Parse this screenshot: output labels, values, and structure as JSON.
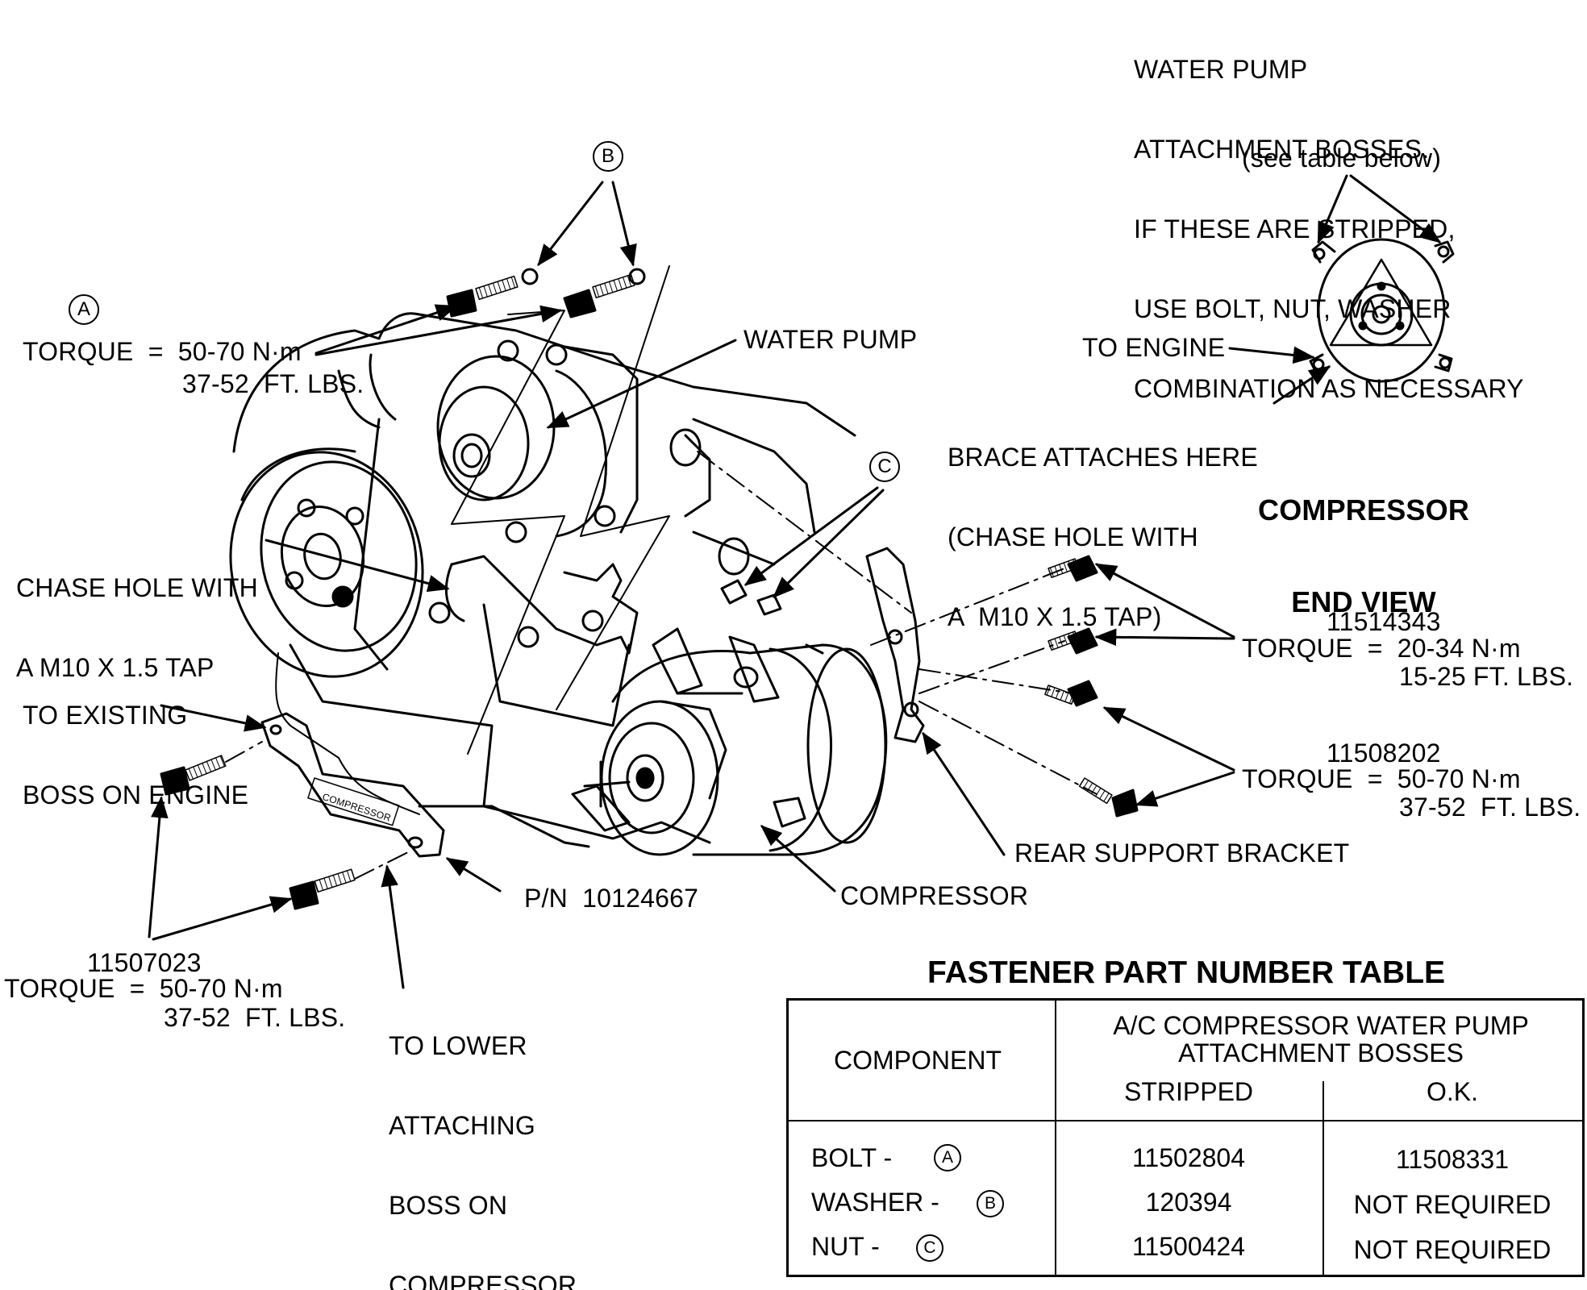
{
  "callouts": {
    "b_letter": "B",
    "a_letter": "A",
    "c_letter": "C"
  },
  "water_pump_bosses": {
    "lines": [
      "WATER PUMP",
      "ATTACHMENT BOSSES.",
      "IF THESE ARE STRIPPED,",
      "USE BOLT, NUT, WASHER",
      "COMBINATION AS NECESSARY"
    ],
    "note": "(see table below)"
  },
  "torque_a": {
    "line1": "TORQUE  =  50-70 N·m",
    "line2": "37-52  FT. LBS."
  },
  "water_pump_label": "WATER PUMP",
  "to_engine": "TO ENGINE",
  "brace": {
    "lines": [
      "BRACE ATTACHES HERE",
      "(CHASE HOLE WITH",
      "A  M10 X 1.5 TAP)"
    ]
  },
  "compressor_end_view": {
    "lines": [
      "COMPRESSOR",
      "END VIEW"
    ]
  },
  "chase_hole": {
    "lines": [
      "CHASE HOLE WITH",
      "A M10 X 1.5 TAP"
    ]
  },
  "to_existing_boss": {
    "lines": [
      "TO EXISTING",
      "BOSS ON ENGINE"
    ]
  },
  "part_11514343": {
    "number": "11514343",
    "line1": "TORQUE  =  20-34 N·m",
    "line2": "15-25 FT. LBS."
  },
  "part_11508202": {
    "number": "11508202",
    "line1": "TORQUE  =  50-70 N·m",
    "line2": "37-52  FT. LBS."
  },
  "rear_support_bracket": "REAR SUPPORT BRACKET",
  "compressor_label": "COMPRESSOR",
  "pn_label": "P/N  10124667",
  "bracket_stamp": "COMPRESSOR",
  "part_11507023": {
    "number": "11507023",
    "line1": "TORQUE  =  50-70 N·m",
    "line2": "37-52  FT. LBS."
  },
  "to_lower_boss": {
    "lines": [
      "TO LOWER",
      "ATTACHING",
      "BOSS ON",
      "COMPRESSOR"
    ]
  },
  "fastener_table": {
    "title": "FASTENER PART NUMBER TABLE",
    "component_header": "COMPONENT",
    "group_header_lines": [
      "A/C COMPRESSOR WATER PUMP",
      "ATTACHMENT BOSSES"
    ],
    "col_stripped": "STRIPPED",
    "col_ok": "O.K.",
    "rows": [
      {
        "component": "BOLT  -",
        "callout": "A",
        "stripped": "11502804",
        "ok": "11508331"
      },
      {
        "component": "WASHER  -",
        "callout": "B",
        "stripped": "120394",
        "ok": "NOT REQUIRED"
      },
      {
        "component": "NUT  -",
        "callout": "C",
        "stripped": "11500424",
        "ok": "NOT REQUIRED"
      }
    ]
  }
}
